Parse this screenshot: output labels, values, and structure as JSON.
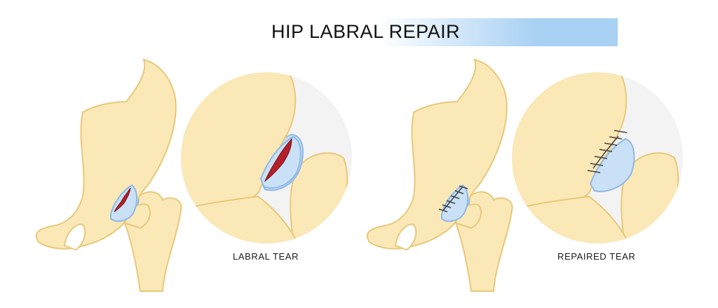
{
  "title": "HIP LABRAL REPAIR",
  "panels": [
    {
      "caption": "LABRAL TEAR"
    },
    {
      "caption": "REPAIRED TEAR"
    }
  ],
  "colors": {
    "bone": "#fbe8b7",
    "bone_outline": "#e8c97a",
    "labrum": "#c9e0f6",
    "labrum_outline": "#8fb8e6",
    "tear": "#b3202a",
    "suture": "#444444",
    "circle_bg": "#f3f3f3",
    "title_bar": "#a9d1f4"
  }
}
